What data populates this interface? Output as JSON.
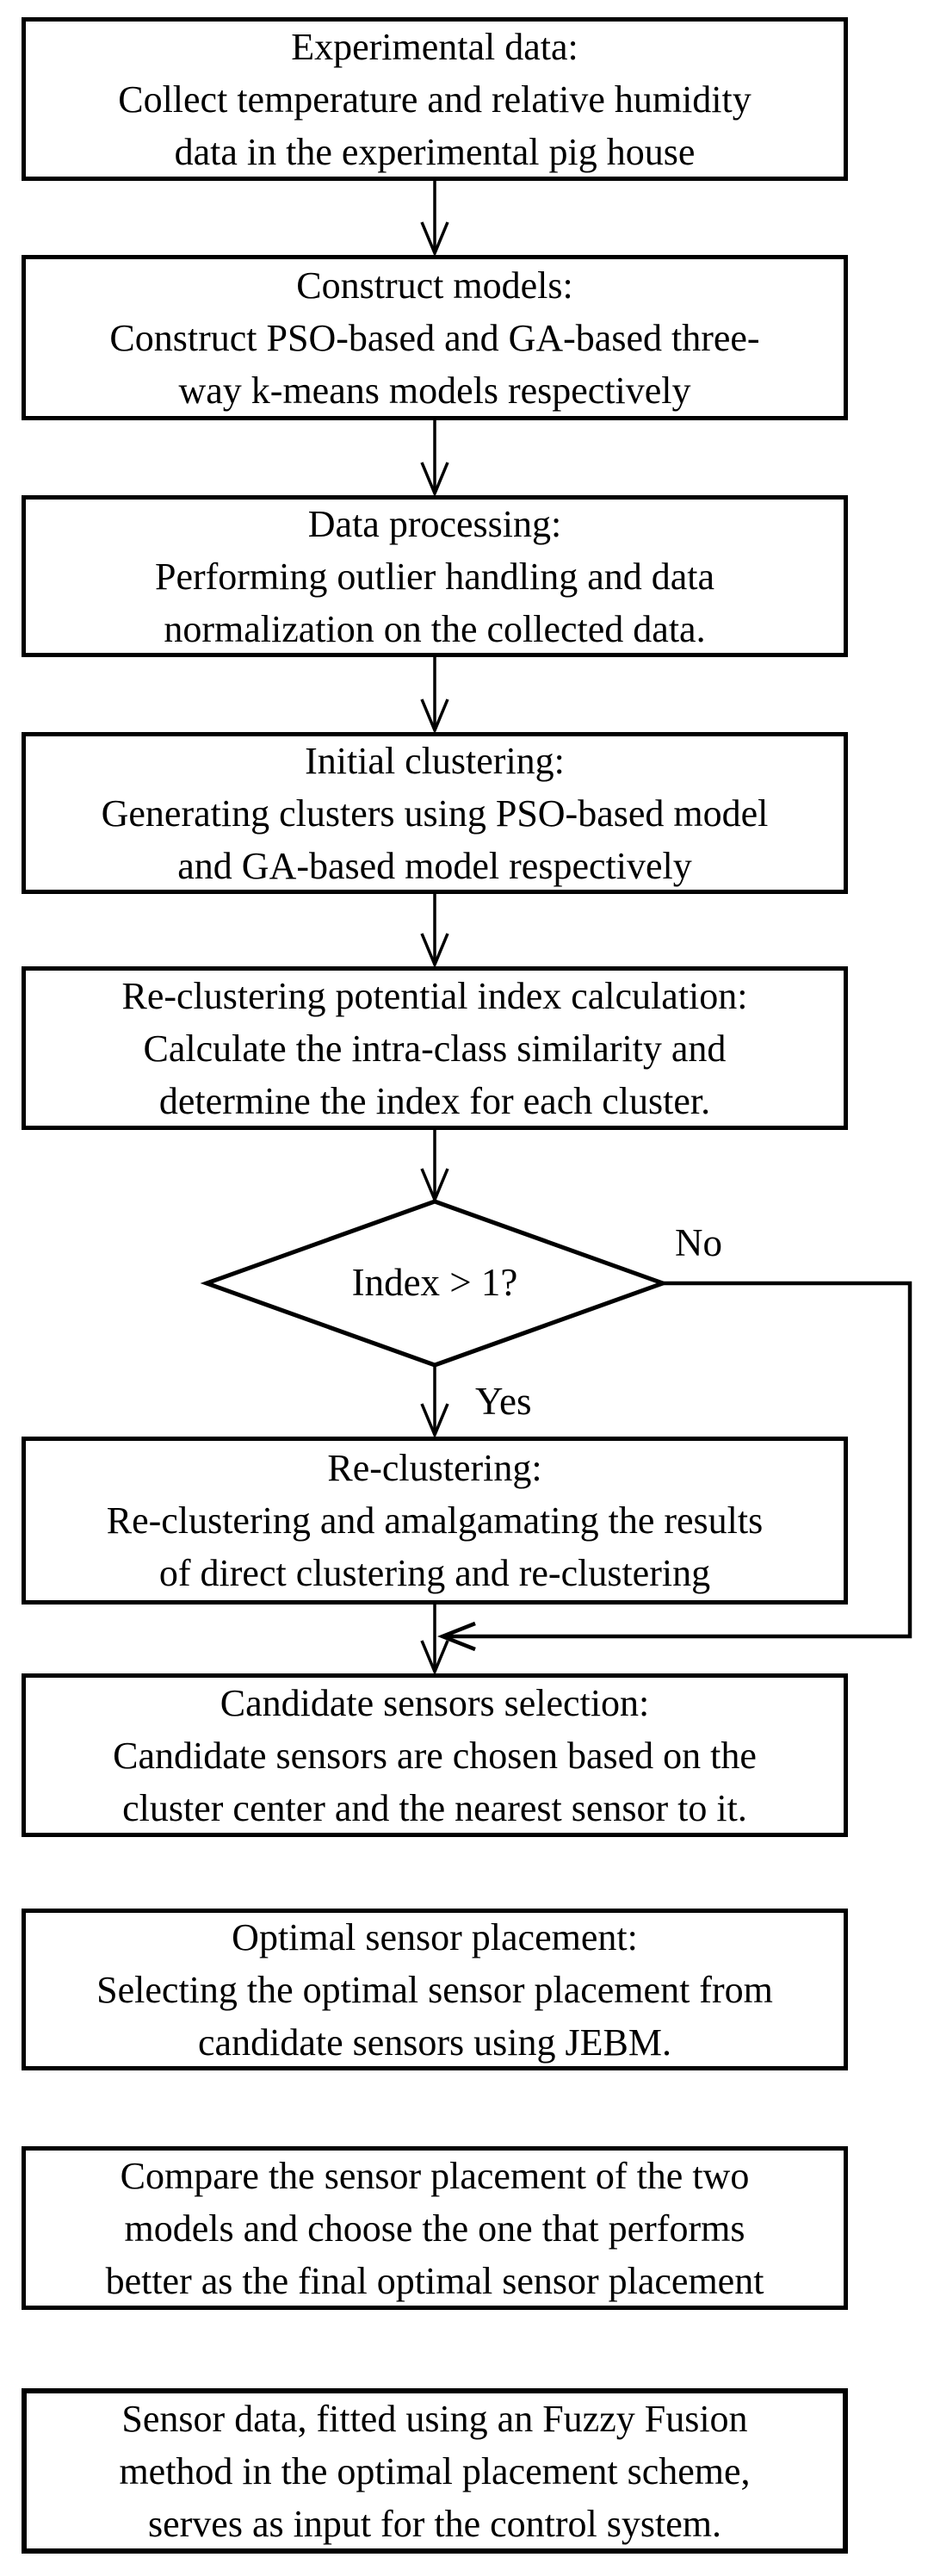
{
  "flowchart": {
    "background_color": "#ffffff",
    "stroke_color": "#000000",
    "text_color": "#000000",
    "boxes": [
      {
        "id": "experimental-data",
        "lines": [
          "Experimental data:",
          "Collect temperature and relative humidity",
          "data in the experimental pig house"
        ]
      },
      {
        "id": "construct-models",
        "lines": [
          "Construct models:",
          "Construct PSO-based and GA-based three-",
          "way k-means models respectively"
        ]
      },
      {
        "id": "data-processing",
        "lines": [
          "Data processing:",
          "Performing outlier handling and data",
          "normalization on the collected data."
        ]
      },
      {
        "id": "initial-clustering",
        "lines": [
          "Initial clustering:",
          "Generating clusters using PSO-based model",
          "and GA-based model respectively"
        ]
      },
      {
        "id": "reclustering-potential-index-calculation",
        "lines": [
          "Re-clustering potential index calculation:",
          "Calculate the intra-class similarity and",
          "determine the index for each cluster."
        ]
      },
      {
        "id": "reclustering",
        "lines": [
          "Re-clustering:",
          "Re-clustering and amalgamating the results",
          "of direct clustering and re-clustering"
        ]
      },
      {
        "id": "candidate-sensors-selection",
        "lines": [
          "Candidate sensors selection:",
          "Candidate sensors are chosen based on the",
          "cluster center and the nearest sensor to it."
        ]
      },
      {
        "id": "optimal-sensor-placement",
        "lines": [
          "Optimal sensor placement:",
          "Selecting the optimal sensor placement from",
          "candidate sensors using JEBM."
        ]
      },
      {
        "id": "compare-placements",
        "lines": [
          "Compare the sensor placement of the two",
          "models and choose the one that performs",
          "better as the final optimal sensor placement"
        ]
      },
      {
        "id": "sensor-data-fusion",
        "lines": [
          "Sensor data, fitted using an Fuzzy Fusion",
          "method in the optimal placement scheme,",
          "serves as input for the control system."
        ]
      }
    ],
    "decision": {
      "label": "Index > 1?",
      "yes_label": "Yes",
      "no_label": "No"
    }
  }
}
